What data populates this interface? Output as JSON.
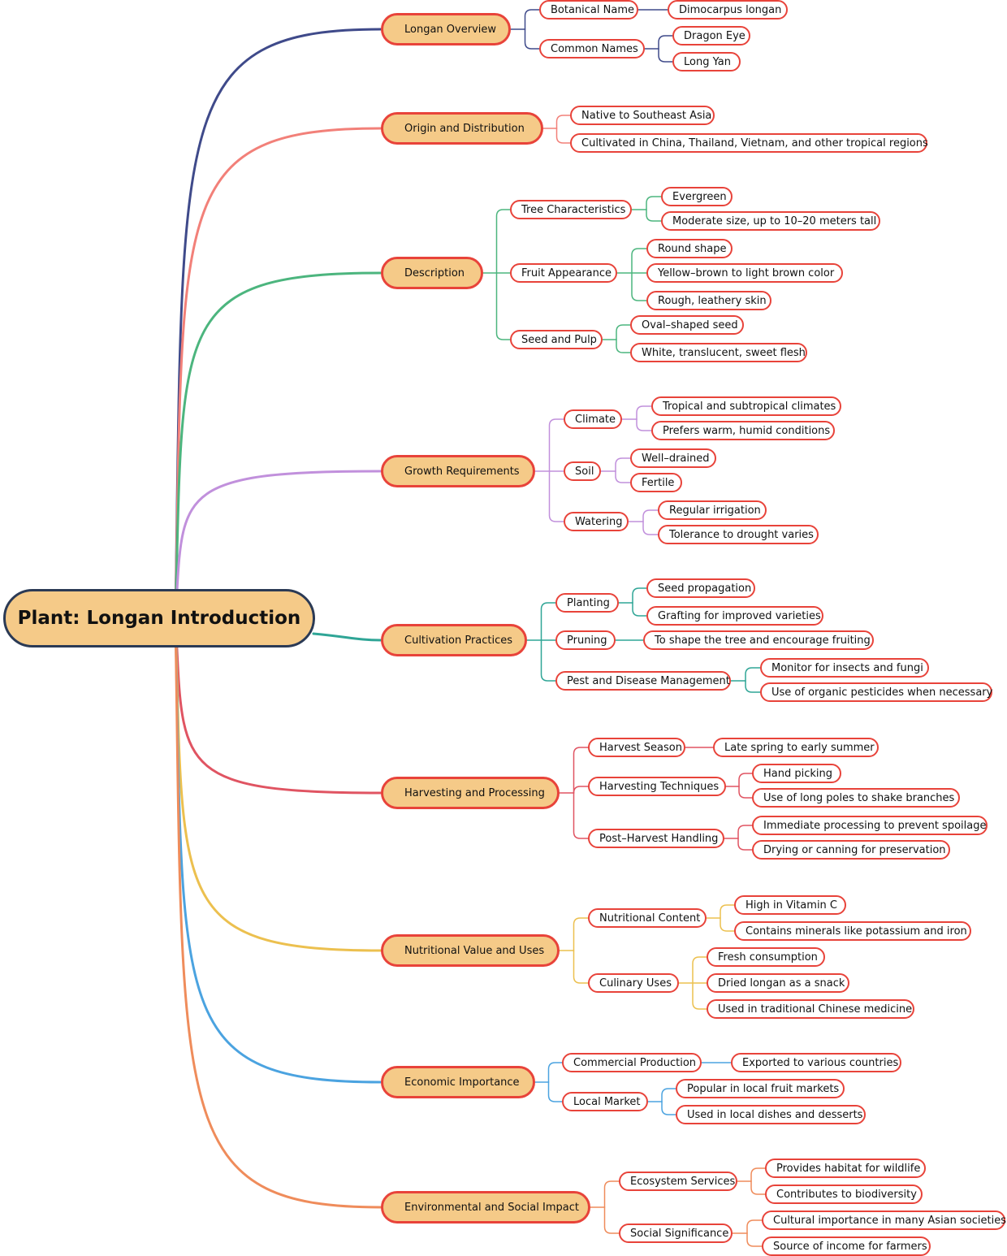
{
  "root": "Plant: Longan Introduction",
  "branches": [
    {
      "label": "Longan Overview",
      "color": "#3f4a8a",
      "children": [
        {
          "label": "Botanical Name",
          "children": [
            {
              "label": "Dimocarpus longan"
            }
          ]
        },
        {
          "label": "Common Names",
          "children": [
            {
              "label": "Dragon Eye"
            },
            {
              "label": "Long Yan"
            }
          ]
        }
      ]
    },
    {
      "label": "Origin and Distribution",
      "color": "#f28079",
      "children": [
        {
          "label": "Native to Southeast Asia"
        },
        {
          "label": "Cultivated in China, Thailand, Vietnam, and other tropical regions"
        }
      ]
    },
    {
      "label": "Description",
      "color": "#4cb57e",
      "children": [
        {
          "label": "Tree Characteristics",
          "children": [
            {
              "label": "Evergreen"
            },
            {
              "label": "Moderate size, up to 10–20 meters tall"
            }
          ]
        },
        {
          "label": "Fruit Appearance",
          "children": [
            {
              "label": "Round shape"
            },
            {
              "label": "Yellow–brown to light brown color"
            },
            {
              "label": "Rough, leathery skin"
            }
          ]
        },
        {
          "label": "Seed and Pulp",
          "children": [
            {
              "label": "Oval–shaped seed"
            },
            {
              "label": "White, translucent, sweet flesh"
            }
          ]
        }
      ]
    },
    {
      "label": "Growth Requirements",
      "color": "#c190dc",
      "children": [
        {
          "label": "Climate",
          "children": [
            {
              "label": "Tropical and subtropical climates"
            },
            {
              "label": "Prefers warm, humid conditions"
            }
          ]
        },
        {
          "label": "Soil",
          "children": [
            {
              "label": "Well–drained"
            },
            {
              "label": "Fertile"
            }
          ]
        },
        {
          "label": "Watering",
          "children": [
            {
              "label": "Regular irrigation"
            },
            {
              "label": "Tolerance to drought varies"
            }
          ]
        }
      ]
    },
    {
      "label": "Cultivation Practices",
      "color": "#2fa596",
      "children": [
        {
          "label": "Planting",
          "children": [
            {
              "label": "Seed propagation"
            },
            {
              "label": "Grafting for improved varieties"
            }
          ]
        },
        {
          "label": "Pruning",
          "children": [
            {
              "label": "To shape the tree and encourage fruiting"
            }
          ]
        },
        {
          "label": "Pest and Disease Management",
          "children": [
            {
              "label": "Monitor for insects and fungi"
            },
            {
              "label": "Use of organic pesticides when necessary"
            }
          ]
        }
      ]
    },
    {
      "label": "Harvesting and Processing",
      "color": "#e05462",
      "children": [
        {
          "label": "Harvest Season",
          "children": [
            {
              "label": "Late spring to early summer"
            }
          ]
        },
        {
          "label": "Harvesting Techniques",
          "children": [
            {
              "label": "Hand picking"
            },
            {
              "label": "Use of long poles to shake branches"
            }
          ]
        },
        {
          "label": "Post–Harvest Handling",
          "children": [
            {
              "label": "Immediate processing to prevent spoilage"
            },
            {
              "label": "Drying or canning for preservation"
            }
          ]
        }
      ]
    },
    {
      "label": "Nutritional Value and Uses",
      "color": "#ecc04f",
      "children": [
        {
          "label": "Nutritional Content",
          "children": [
            {
              "label": "High in Vitamin C"
            },
            {
              "label": "Contains minerals like potassium and iron"
            }
          ]
        },
        {
          "label": "Culinary Uses",
          "children": [
            {
              "label": "Fresh consumption"
            },
            {
              "label": "Dried longan as a snack"
            },
            {
              "label": "Used in traditional Chinese medicine"
            }
          ]
        }
      ]
    },
    {
      "label": "Economic Importance",
      "color": "#4ba3e0",
      "children": [
        {
          "label": "Commercial Production",
          "children": [
            {
              "label": "Exported to various countries"
            }
          ]
        },
        {
          "label": "Local Market",
          "children": [
            {
              "label": "Popular in local fruit markets"
            },
            {
              "label": "Used in local dishes and desserts"
            }
          ]
        }
      ]
    },
    {
      "label": "Environmental and Social Impact",
      "color": "#ef8c5b",
      "children": [
        {
          "label": "Ecosystem Services",
          "children": [
            {
              "label": "Provides habitat for wildlife"
            },
            {
              "label": "Contributes to biodiversity"
            }
          ]
        },
        {
          "label": "Social Significance",
          "children": [
            {
              "label": "Cultural importance in many Asian societies"
            },
            {
              "label": "Source of income for farmers"
            }
          ]
        }
      ]
    }
  ]
}
